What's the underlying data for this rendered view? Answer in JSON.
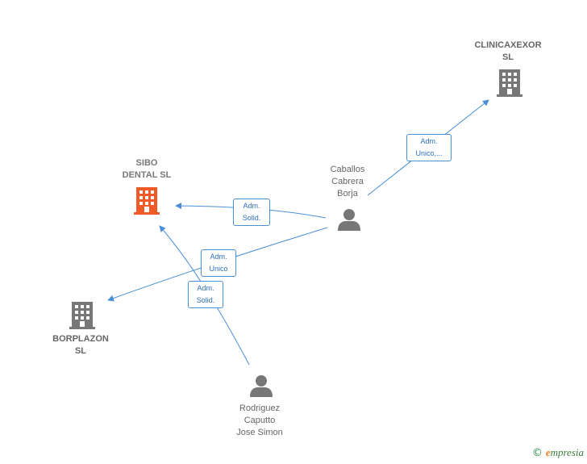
{
  "nodes": [
    {
      "id": "sibo",
      "name": "SIBO\nDENTAL  SL",
      "kind": "company",
      "focus": true
    },
    {
      "id": "clinicaxexor",
      "name": "CLINICAXEXOR\nSL",
      "kind": "company",
      "focus": false
    },
    {
      "id": "borplazon",
      "name": "BORPLAZON\nSL",
      "kind": "company",
      "focus": false
    },
    {
      "id": "caballos",
      "name": "Caballos\nCabrera\nBorja",
      "kind": "person"
    },
    {
      "id": "rodriguez",
      "name": "Rodriguez\nCaputto\nJose Simon",
      "kind": "person"
    }
  ],
  "edges": [
    {
      "from": "caballos",
      "to": "clinicaxexor",
      "label": "Adm.\nUnico,..."
    },
    {
      "from": "caballos",
      "to": "sibo",
      "label": "Adm.\nSolid."
    },
    {
      "from": "caballos",
      "to": "borplazon",
      "label": "Adm.\nUnico"
    },
    {
      "from": "rodriguez",
      "to": "sibo",
      "label": "Adm.\nSolid."
    }
  ],
  "colors": {
    "edge": "#4a8fd6",
    "company": "#777777",
    "focus_company": "#f05a28",
    "person": "#777777"
  },
  "brand": {
    "copyright": "©",
    "initial": "e",
    "name": "mpresia"
  }
}
